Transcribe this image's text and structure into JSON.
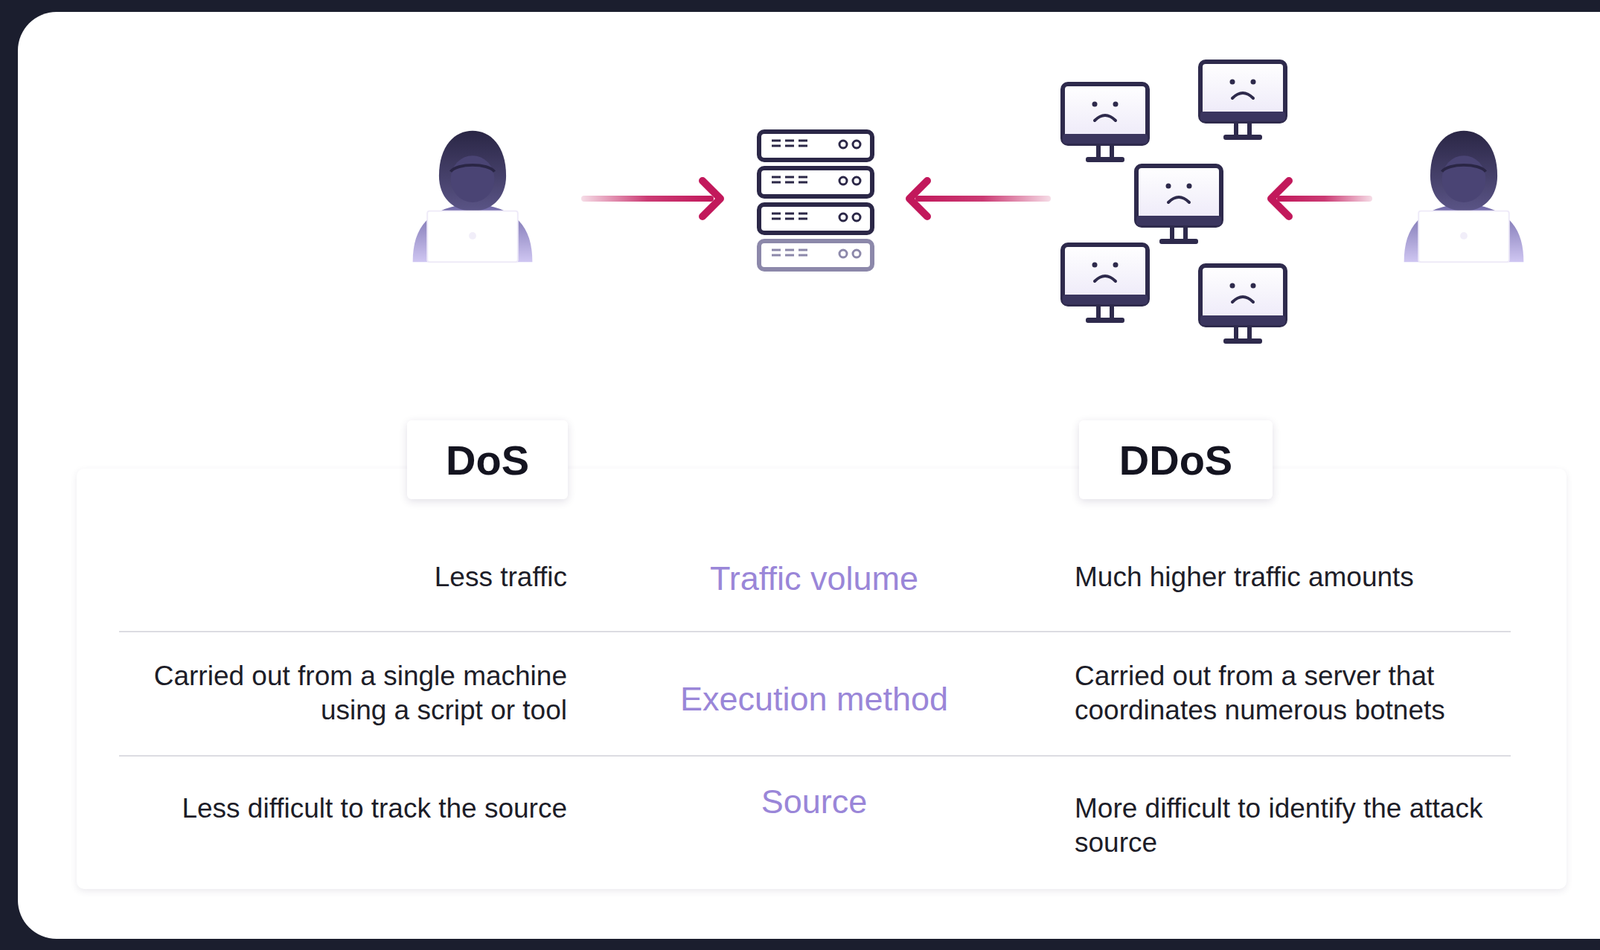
{
  "diagram": {
    "nodes": [
      {
        "text": [
          "DoS"
        ]
      },
      {
        "text": [
          "DDoS"
        ]
      }
    ],
    "labels": [
      "Less traffic",
      "Traffic volume",
      "Much higher traffic amounts",
      "Carried out from a single machine using a script or tool",
      "Execution method",
      "Carried out from a server that coordinates numerous botnets",
      "Less difficult to track the source",
      "Source",
      "More difficult to identify the attack source"
    ]
  }
}
